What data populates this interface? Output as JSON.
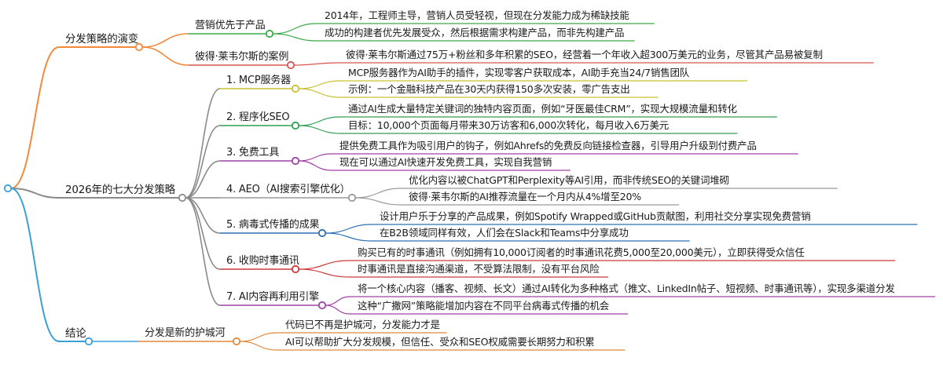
{
  "sections": [
    {
      "label": "分发策略的演变",
      "color": "#f08a3c",
      "children": [
        {
          "label": "营销优先于产品",
          "color": "#3aa84a",
          "leaves": [
            "2014年，工程师主导，营销人员受轻视，但现在分发能力成为稀缺技能",
            "成功的构建者优先发展受众，然后根据需求构建产品，而非先构建产品"
          ]
        },
        {
          "label": "彼得·莱韦尔斯的案例",
          "color": "#d9534f",
          "leaves": [
            "彼得·莱韦尔斯通过75万+粉丝和多年积累的SEO，经营着一个年收入超300万美元的业务，尽管其产品易被复制"
          ]
        }
      ]
    },
    {
      "label": "2026年的七大分发策略",
      "color": "#8a8a8a",
      "children": [
        {
          "label": "1. MCP服务器",
          "color": "#c9c030",
          "leaves": [
            "MCP服务器作为AI助手的插件，实现零客户获取成本，AI助手充当24/7销售团队",
            "示例：一个金融科技产品在30天内获得150多次安装，零广告支出"
          ]
        },
        {
          "label": "2. 程序化SEO",
          "color": "#2f9e55",
          "leaves": [
            "通过AI生成大量特定关键词的独特内容页面，例如“牙医最佳CRM”，实现大规模流量和转化",
            "目标：10,000个页面每月带来30万访客和6,000次转化，每月收入6万美元"
          ]
        },
        {
          "label": "3. 免费工具",
          "color": "#a040a8",
          "leaves": [
            "提供免费工具作为吸引用户的钩子，例如Ahrefs的免费反向链接检查器，引导用户升级到付费产品",
            "现在可以通过AI快速开发免费工具，实现自我营销"
          ]
        },
        {
          "label": "4. AEO（AI搜索引擎优化）",
          "color": "#9a9a9a",
          "leaves": [
            "优化内容以被ChatGPT和Perplexity等AI引用，而非传统SEO的关键词堆砌",
            "彼得·莱韦尔斯的AI推荐流量在一个月内从4%增至20%"
          ]
        },
        {
          "label": "5. 病毒式传播的成果",
          "color": "#2f6fb5",
          "leaves": [
            "设计用户乐于分享的产品成果，例如Spotify Wrapped或GitHub贡献图，利用社交分享实现免费营销",
            "在B2B领域同样有效，人们会在Slack和Teams中分享成功"
          ]
        },
        {
          "label": "6. 收购时事通讯",
          "color": "#cc3a3a",
          "leaves": [
            "购买已有的时事通讯（例如拥有10,000订阅者的时事通讯花费5,000至20,000美元），立即获得受众信任",
            "时事通讯是直接沟通渠道，不受算法限制，没有平台风险"
          ]
        },
        {
          "label": "7. AI内容再利用引擎",
          "color": "#a040a8",
          "leaves": [
            "将一个核心内容（播客、视频、长文）通过AI转化为多种格式（推文、LinkedIn帖子、短视频、时事通讯等），实现多渠道分发",
            "这种“广撒网”策略能增加内容在不同平台病毒式传播的机会"
          ]
        }
      ]
    },
    {
      "label": "结论",
      "color": "#3aa0d8",
      "children": [
        {
          "label": "分发是新的护城河",
          "color": "#e08a3a",
          "leaves": [
            "代码已不再是护城河，分发能力才是",
            "AI可以帮助扩大分发规模，但信任、受众和SEO权威需要长期努力和积累"
          ]
        }
      ]
    }
  ]
}
